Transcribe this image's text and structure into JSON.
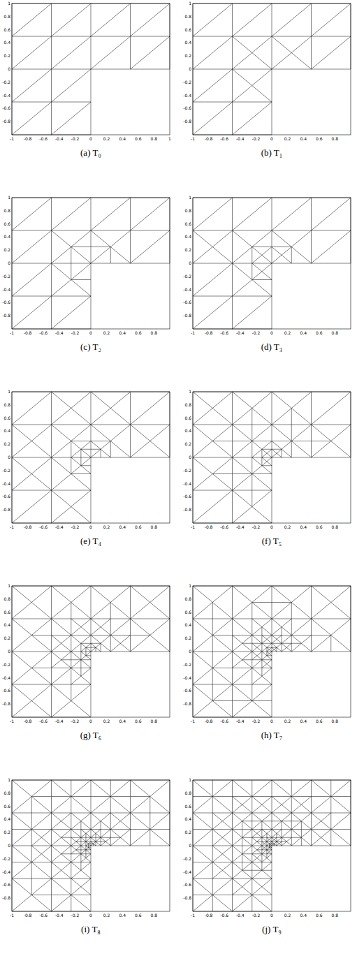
{
  "diagram": {
    "labels": [
      "1",
      "0.8",
      "0.6",
      "0.4",
      "0.2",
      "0",
      "-0.2",
      "-0.4",
      "-0.6",
      "-0.8",
      "-1",
      "-0.8",
      "-0.6",
      "-0.4",
      "-0.2",
      "0",
      "0.2",
      "0.4",
      "0.6",
      "0.8",
      "1",
      "(a) T₀",
      "1",
      "0.8",
      "0.6",
      "0.4",
      "0.2",
      "0",
      "-0.2",
      "-0.4",
      "-0.6",
      "-0.8",
      "-1",
      "-0.8",
      "-0.6",
      "-0.4",
      "-0.2",
      "0",
      "0.2",
      "0.4",
      "0.6",
      "0.8",
      "(b) T₁",
      "1",
      "0.8",
      "0.6",
      "0.4",
      "0.2",
      "0",
      "-0.2",
      "-0.4",
      "-0.6",
      "-0.8",
      "-1",
      "-0.8",
      "-0.6",
      "-0.4",
      "-0.2",
      "0",
      "0.2",
      "0.4",
      "0.6",
      "0.8",
      "(c) T₂",
      "1",
      "0.8",
      "0.6",
      "0.4",
      "0.2",
      "0",
      "-0.2",
      "-0.4",
      "-0.6",
      "-0.8",
      "-1",
      "-0.8",
      "-0.6",
      "-0.4",
      "-0.2",
      "0",
      "0.2",
      "0.4",
      "0.6",
      "0.8",
      "(d) T₃",
      "1",
      "0.8",
      "0.6",
      "0.4",
      "0.2",
      "0",
      "-0.2",
      "-0.4",
      "-0.6",
      "-0.8",
      "-1",
      "-0.8",
      "-0.6",
      "-0.4",
      "-0.2",
      "0",
      "0.2",
      "0.4",
      "0.6",
      "0.8",
      "(e) T₄",
      "1",
      "0.8",
      "0.6",
      "0.4",
      "0.2",
      "0",
      "-0.2",
      "-0.4",
      "-0.6",
      "-0.8",
      "-1",
      "-0.8",
      "-0.6",
      "-0.4",
      "-0.2",
      "0",
      "0.2",
      "0.4",
      "0.6",
      "0.8",
      "(f) T₅",
      "1",
      "0.8",
      "0.6",
      "0.4",
      "0.2",
      "0",
      "-0.2",
      "-0.4",
      "-0.6",
      "-0.8",
      "-1",
      "-0.8",
      "-0.6",
      "-0.4",
      "-0.2",
      "0",
      "0.2",
      "0.4",
      "0.6",
      "0.8",
      "(g) T₆",
      "1",
      "0.8",
      "0.6",
      "0.4",
      "0.2",
      "0",
      "-0.2",
      "-0.4",
      "-0.6",
      "-0.8",
      "-1",
      "-0.8",
      "-0.6",
      "-0.4",
      "-0.2",
      "0",
      "0.2",
      "0.4",
      "0.6",
      "0.8",
      "(h) T₇",
      "1",
      "0.8",
      "0.6",
      "0.4",
      "0.2",
      "0",
      "-0.2",
      "-0.4",
      "-0.6",
      "-0.8",
      "-1",
      "-0.8",
      "-0.6",
      "-0.4",
      "-0.2",
      "0",
      "0.2",
      "0.4",
      "0.6",
      "0.8",
      "(i) T₈",
      "1",
      "0.8",
      "0.6",
      "0.4",
      "0.2",
      "0",
      "-0.2",
      "-0.4",
      "-0.6",
      "-0.8",
      "-1",
      "-0.8",
      "-0.6",
      "-0.4",
      "-0.2",
      "0",
      "0.2",
      "0.4",
      "0.6",
      "0.8",
      "(j) T₉"
    ]
  }
}
